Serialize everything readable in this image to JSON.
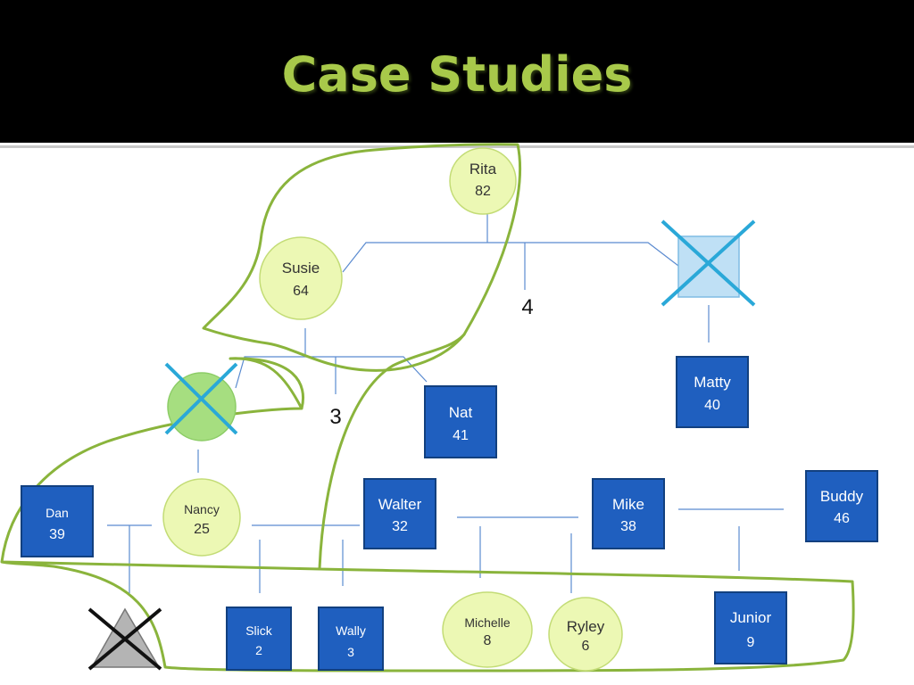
{
  "slide": {
    "title": "Case Studies"
  },
  "colors": {
    "header_bg": "#000000",
    "title": "#a8c94a",
    "female_fill": "#ecf8b4",
    "female_stroke": "#c3dc76",
    "male_fill": "#1f5fbf",
    "male_stroke": "#12407f",
    "line": "#5b8bd0",
    "outline": "#8ab43c",
    "cross_blue": "#2aa8d8",
    "cross_black": "#111111"
  },
  "people": [
    {
      "id": "rita",
      "name": "Rita",
      "age": "82",
      "shape": "circle"
    },
    {
      "id": "susie",
      "name": "Susie",
      "age": "64",
      "shape": "circle"
    },
    {
      "id": "nancy",
      "name": "Nancy",
      "age": "25",
      "shape": "circle"
    },
    {
      "id": "michelle",
      "name": "Michelle",
      "age": "8",
      "shape": "circle"
    },
    {
      "id": "ryley",
      "name": "Ryley",
      "age": "6",
      "shape": "circle"
    },
    {
      "id": "nat",
      "name": "Nat",
      "age": "41",
      "shape": "square"
    },
    {
      "id": "matty",
      "name": "Matty",
      "age": "40",
      "shape": "square"
    },
    {
      "id": "dan",
      "name": "Dan",
      "age": "39",
      "shape": "square"
    },
    {
      "id": "walter",
      "name": "Walter",
      "age": "32",
      "shape": "square"
    },
    {
      "id": "mike",
      "name": "Mike",
      "age": "38",
      "shape": "square"
    },
    {
      "id": "buddy",
      "name": "Buddy",
      "age": "46",
      "shape": "square"
    },
    {
      "id": "slick",
      "name": "Slick",
      "age": "2",
      "shape": "square"
    },
    {
      "id": "wally",
      "name": "Wally",
      "age": "3",
      "shape": "square"
    },
    {
      "id": "junior",
      "name": "Junior",
      "age": "9",
      "shape": "square"
    }
  ],
  "deceased": [
    {
      "id": "rita-partner",
      "shape": "square"
    },
    {
      "id": "susie-partner",
      "shape": "circle"
    },
    {
      "id": "dan-child",
      "shape": "triangle"
    }
  ],
  "counts": [
    {
      "id": "rita-children",
      "value": "4"
    },
    {
      "id": "susie-children",
      "value": "3"
    }
  ]
}
